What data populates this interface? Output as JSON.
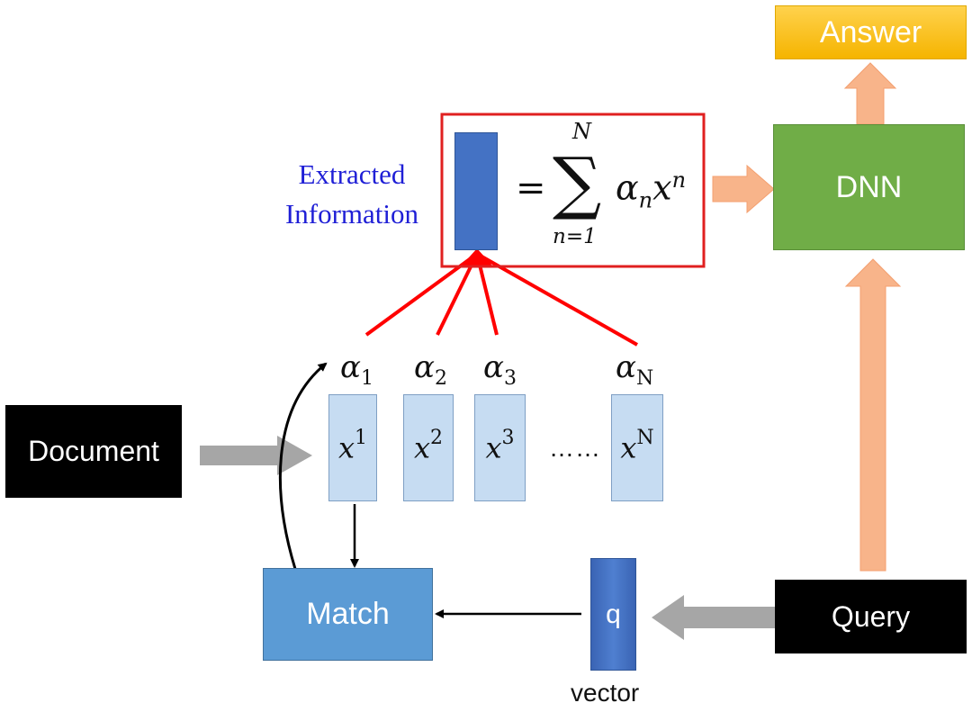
{
  "answer_label": "Answer",
  "dnn_label": "DNN",
  "document_label": "Document",
  "query_label": "Query",
  "match_label": "Match",
  "q_label": "q",
  "vector_label": "vector",
  "extracted_line1": "Extracted",
  "extracted_line2": "Information",
  "formula": {
    "eq": "=",
    "sum": "∑",
    "upper": "N",
    "lower": "n=1",
    "term": "α",
    "term_sub": "n",
    "var": "x",
    "var_sup": "n"
  },
  "ellipsis": "……",
  "vectors": [
    {
      "var": "x",
      "sup": "1"
    },
    {
      "var": "x",
      "sup": "2"
    },
    {
      "var": "x",
      "sup": "3"
    },
    {
      "var": "x",
      "sup": "N"
    }
  ],
  "alphas": [
    {
      "sym": "α",
      "sub": "1"
    },
    {
      "sym": "α",
      "sub": "2"
    },
    {
      "sym": "α",
      "sub": "3"
    },
    {
      "sym": "α",
      "sub": "N"
    }
  ],
  "colors": {
    "answer": "#ffc000",
    "dnn": "#70ad47",
    "match": "#5b9bd5",
    "q_vector": "#4472c4",
    "extracted": "#4472c4",
    "red": "#ff0000",
    "orange_arrow": "#f8b48a",
    "gray_arrow": "#a6a6a6",
    "label_blue": "#1f1fd6"
  }
}
